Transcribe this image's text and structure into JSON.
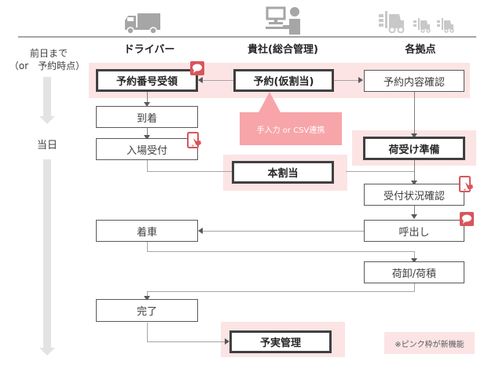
{
  "columns": [
    {
      "label": "ドライバー",
      "icon": "truck-icon"
    },
    {
      "label": "貴社(総合管理)",
      "icon": "computer-operator-icon"
    },
    {
      "label": "各拠点",
      "icon": "forklift-icon"
    }
  ],
  "timeline": {
    "before_label_1": "前日まで",
    "before_label_2": "（or　予約時点）",
    "day_label": "当日"
  },
  "nodes": {
    "driver_receive_number": "予約番号受領",
    "company_reserve": "予約(仮割当)",
    "site_confirm": "予約内容確認",
    "driver_arrive": "到着",
    "driver_entry": "入場受付",
    "site_prepare": "荷受け準備",
    "company_assign": "本割当",
    "site_status_check": "受付状況確認",
    "site_call": "呼出し",
    "driver_dock": "着車",
    "site_unload": "荷卸/荷積",
    "driver_done": "完了",
    "company_plan_actual": "予実管理"
  },
  "callout": "手入力 or CSV連携",
  "note": "※ピンク枠が新機能",
  "colors": {
    "pink_bg": "#fce4e5",
    "callout": "#f7a5a8",
    "badge": "#d9555c",
    "text": "#404040"
  }
}
